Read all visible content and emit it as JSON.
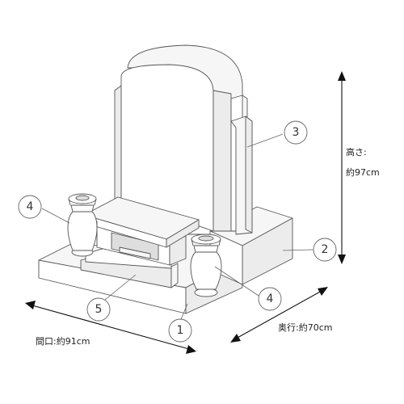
{
  "callouts": {
    "c1": "1",
    "c2": "2",
    "c3": "3",
    "c4a": "4",
    "c4b": "4",
    "c5": "5"
  },
  "dimensions": {
    "height_label": "高さ:",
    "height_value": "約97cm",
    "width_label": "間口:約91cm",
    "depth_label": "奥行:約70cm"
  },
  "colors": {
    "stroke": "#555555",
    "arrow": "#111111"
  }
}
